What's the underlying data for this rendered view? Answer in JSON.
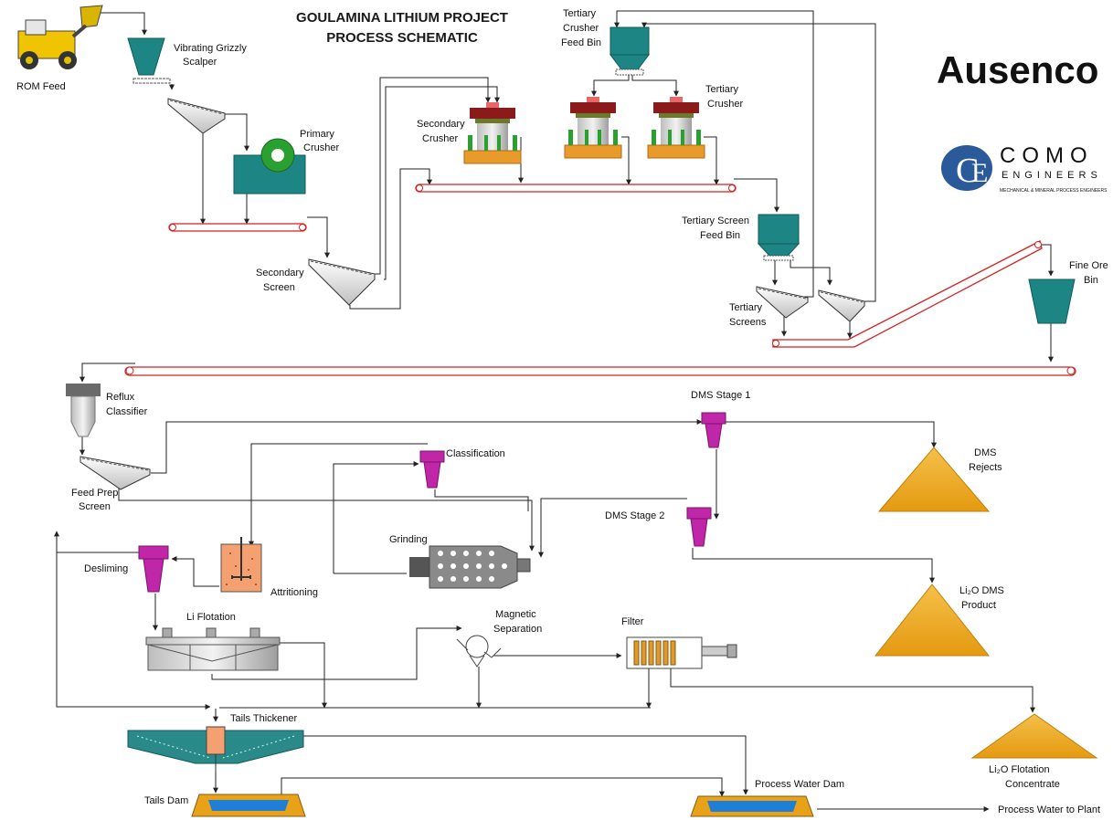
{
  "title": {
    "line1": "GOULAMINA LITHIUM PROJECT",
    "line2": "PROCESS SCHEMATIC"
  },
  "logos": {
    "ausenco": "Ausenco",
    "como_main": "COMO",
    "como_sub": "ENGINEERS",
    "como_tag": "MECHANICAL & MINERAL PROCESS ENGINEERS"
  },
  "labels": {
    "rom_feed": "ROM Feed",
    "grizzly_1": "Vibrating Grizzly",
    "grizzly_2": "Scalper",
    "primary_1": "Primary",
    "primary_2": "Crusher",
    "secondary_screen_1": "Secondary",
    "secondary_screen_2": "Screen",
    "secondary_crusher_1": "Secondary",
    "secondary_crusher_2": "Crusher",
    "tert_bin_1": "Tertiary",
    "tert_bin_2": "Crusher",
    "tert_bin_3": "Feed Bin",
    "tert_crusher_1": "Tertiary",
    "tert_crusher_2": "Crusher",
    "tert_screen_bin_1": "Tertiary Screen",
    "tert_screen_bin_2": "Feed Bin",
    "tert_screens_1": "Tertiary",
    "tert_screens_2": "Screens",
    "fine_ore_1": "Fine Ore",
    "fine_ore_2": "Bin",
    "reflux_1": "Reflux",
    "reflux_2": "Classifier",
    "feed_prep_1": "Feed Prep",
    "feed_prep_2": "Screen",
    "dms1": "DMS Stage 1",
    "dms2": "DMS Stage 2",
    "dms_rejects_1": "DMS",
    "dms_rejects_2": "Rejects",
    "classification": "Classification",
    "grinding": "Grinding",
    "desliming": "Desliming",
    "attritioning": "Attritioning",
    "li2o_dms_1": "Li₂O DMS",
    "li2o_dms_2": "Product",
    "li_flotation": "Li Flotation",
    "magnetic_1": "Magnetic",
    "magnetic_2": "Separation",
    "filter": "Filter",
    "li2o_flot_1": "Li₂O Flotation",
    "li2o_flot_2": "Concentrate",
    "tails_thickener": "Tails Thickener",
    "tails_dam": "Tails Dam",
    "process_water_dam": "Process Water Dam",
    "process_water_to_plant": "Process Water to Plant"
  },
  "colors": {
    "belt": "#d42020",
    "teal": "#1e8585",
    "magenta": "#c026a8",
    "stockpile": "#e8a21a",
    "water": "#1f7fd6",
    "crusher_base": "#e89a2a"
  }
}
